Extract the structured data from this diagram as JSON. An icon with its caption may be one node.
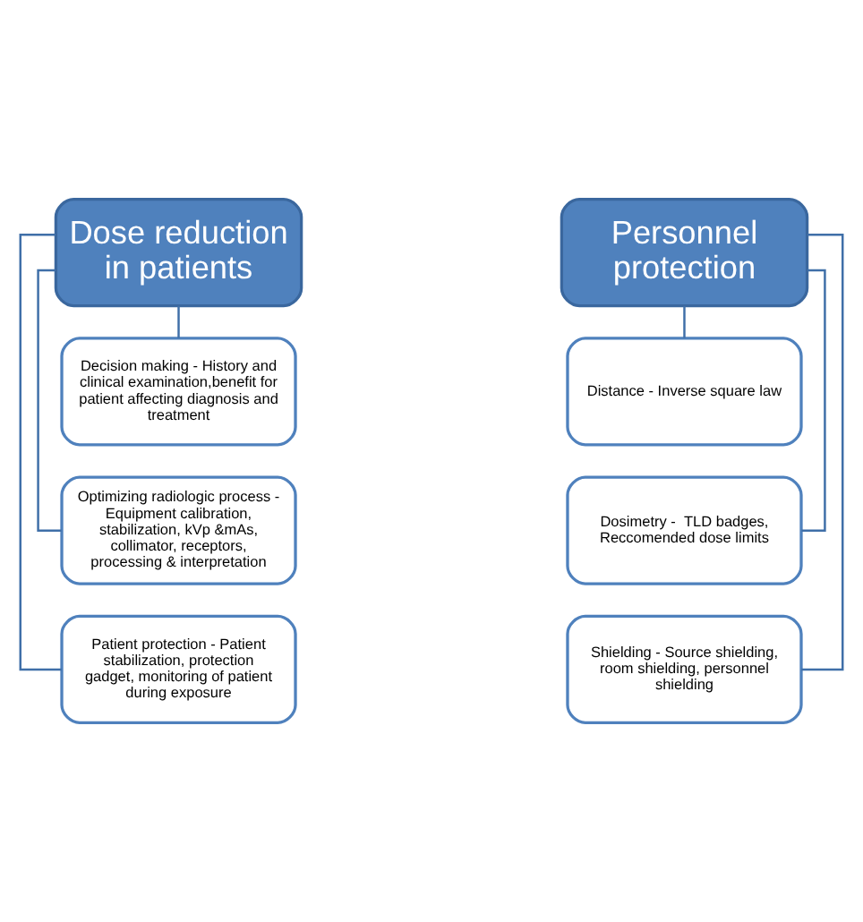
{
  "diagram": {
    "nodes": [
      {
        "text": [
          "Dose reduction in patients"
        ]
      },
      {
        "text": [
          "Personnel protection"
        ]
      },
      {
        "text": [
          "Decision making - History and clinical examination,benefit for patient affecting diagnosis and treatment"
        ]
      },
      {
        "text": [
          "Optimizing radiologic process - Equipment calibration, stabilization, kVp &mAs, collimator, receptors, processing & interpretation"
        ]
      },
      {
        "text": [
          "Patient protection - Patient stabilization, protection gadget, monitoring of patient during exposure"
        ]
      },
      {
        "text": [
          "Distance - Inverse square law"
        ]
      },
      {
        "text": [
          "Dosimetry -  TLD badges, Reccomended dose limits"
        ]
      },
      {
        "text": [
          "Shielding - Source shielding, room shielding, personnel shielding"
        ]
      }
    ],
    "edges": [
      {
        "from": 0,
        "to": 2,
        "arrow": "none"
      },
      {
        "from": 0,
        "to": 3,
        "arrow": "none"
      },
      {
        "from": 0,
        "to": 4,
        "arrow": "none"
      },
      {
        "from": 1,
        "to": 5,
        "arrow": "none"
      },
      {
        "from": 1,
        "to": 6,
        "arrow": "none"
      },
      {
        "from": 1,
        "to": 7,
        "arrow": "none"
      }
    ]
  }
}
